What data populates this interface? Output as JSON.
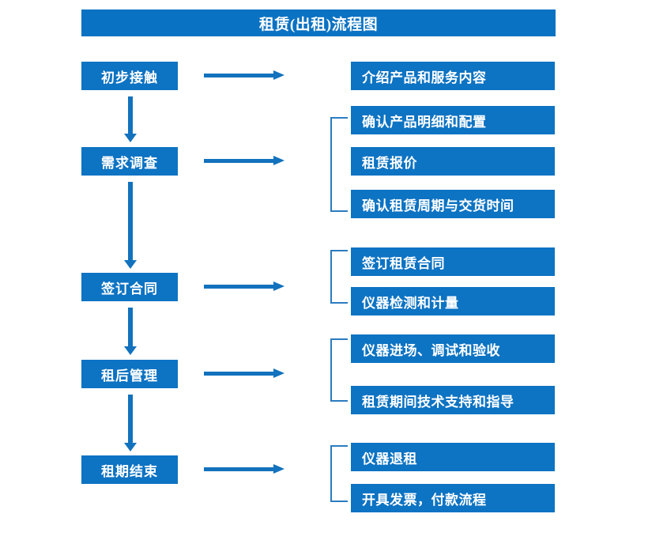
{
  "title": "租赁(出租)流程图",
  "colors": {
    "box_fill": "#0d73c3",
    "title_fill": "#0a72c2",
    "arrow": "#1272bd",
    "bracket": "#2b7cc0",
    "text": "#ffffff",
    "background": "#ffffff"
  },
  "stages": [
    {
      "label": "初步接触"
    },
    {
      "label": "需求调查"
    },
    {
      "label": "签订合同"
    },
    {
      "label": "租后管理"
    },
    {
      "label": "租期结束"
    }
  ],
  "details": [
    {
      "label": "介绍产品和服务内容"
    },
    {
      "label": "确认产品明细和配置"
    },
    {
      "label": "租赁报价"
    },
    {
      "label": "确认租赁周期与交货时间"
    },
    {
      "label": "签订租赁合同"
    },
    {
      "label": "仪器检测和计量"
    },
    {
      "label": "仪器进场、调试和验收"
    },
    {
      "label": "租赁期间技术支持和指导"
    },
    {
      "label": "仪器退租"
    },
    {
      "label": "开具发票，付款流程"
    }
  ],
  "groups": [
    {
      "stage": "初步接触",
      "details": [
        "介绍产品和服务内容"
      ],
      "bracket": false
    },
    {
      "stage": "需求调查",
      "details": [
        "确认产品明细和配置",
        "租赁报价",
        "确认租赁周期与交货时间"
      ],
      "bracket": true
    },
    {
      "stage": "签订合同",
      "details": [
        "签订租赁合同",
        "仪器检测和计量"
      ],
      "bracket": true
    },
    {
      "stage": "租后管理",
      "details": [
        "仪器进场、调试和验收",
        "租赁期间技术支持和指导"
      ],
      "bracket": true
    },
    {
      "stage": "租期结束",
      "details": [
        "仪器退租",
        "开具发票，付款流程"
      ],
      "bracket": true
    }
  ],
  "connectors": {
    "horizontal_arrow_count": 5,
    "vertical_arrow_count": 4,
    "bracket_count": 4
  }
}
